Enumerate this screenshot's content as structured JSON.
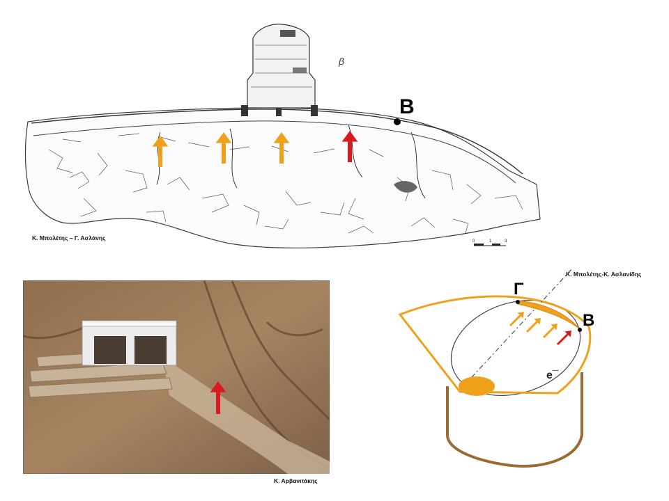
{
  "survey": {
    "point_label": "B",
    "north_glyph": "β",
    "credit": "Κ. Μπολέτης – Γ. Ασλάνης",
    "scale": {
      "start": "0",
      "mid": "1",
      "end": "3"
    },
    "arrows": [
      {
        "color": "#f0a11c"
      },
      {
        "color": "#f0a11c"
      },
      {
        "color": "#f0a11c"
      },
      {
        "color": "#d71920"
      }
    ]
  },
  "photo": {
    "credit": "Κ. Αρβανιτάκης",
    "arrow_color": "#d71920"
  },
  "schema": {
    "credit": "Κ. Μπολέτης-Κ. Ασλανίδης",
    "label_gamma": "Γ",
    "label_beta": "B",
    "label_electron": "e¯",
    "colors": {
      "orange": "#f0a11c",
      "red": "#d71920",
      "brown": "#9a6a32"
    }
  }
}
